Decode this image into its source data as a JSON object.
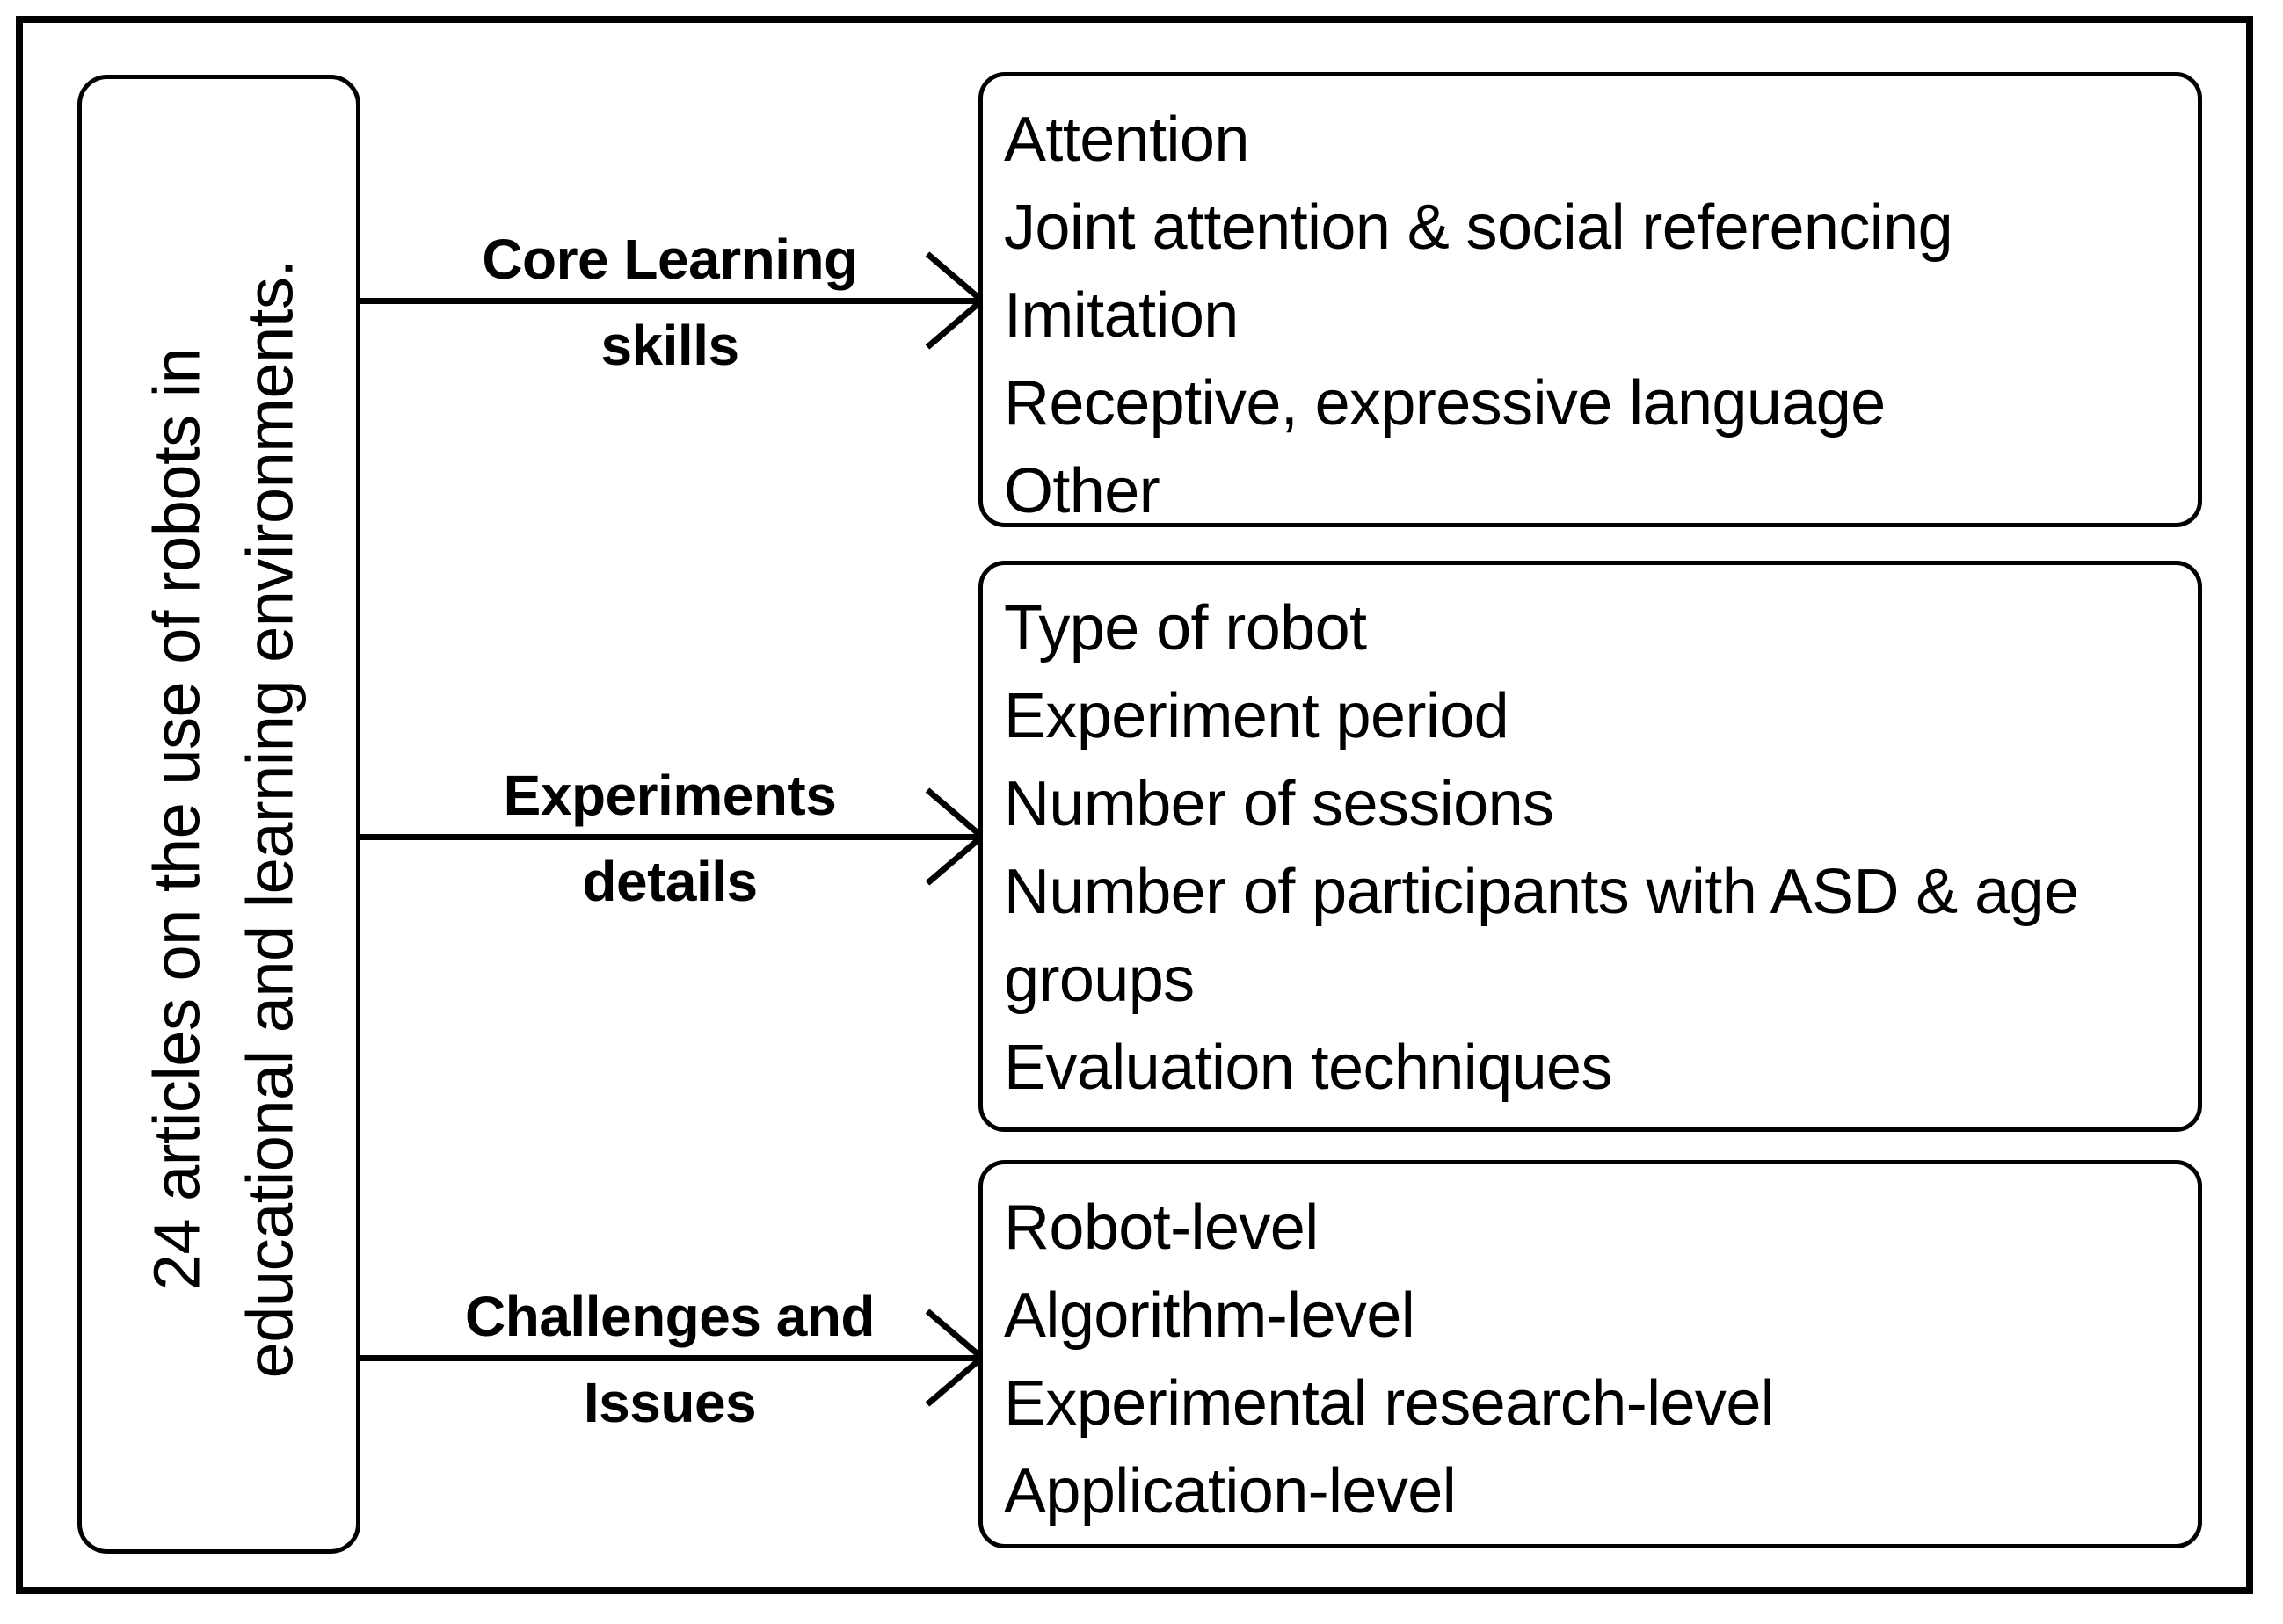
{
  "diagram": {
    "source": {
      "label_lines": [
        "24  articles on the use of robots in",
        "educational and learning environments."
      ]
    },
    "branches": [
      {
        "id": "core-learning-skills",
        "label_line1": "Core Learning",
        "label_line2": "skills",
        "arrow_icon": "open-arrow-right-icon",
        "items": [
          "Attention",
          "Joint attention & social referencing",
          "Imitation",
          "Receptive, expressive language",
          "Other"
        ]
      },
      {
        "id": "experiments-details",
        "label_line1": "Experiments",
        "label_line2": "details",
        "arrow_icon": "open-arrow-right-icon",
        "items": [
          "Type of robot",
          "Experiment period",
          "Number of sessions",
          "Number of participants with ASD & age groups",
          "Evaluation techniques"
        ]
      },
      {
        "id": "challenges-issues",
        "label_line1": "Challenges and",
        "label_line2": "Issues",
        "arrow_icon": "open-arrow-right-icon",
        "items": [
          "Robot-level",
          "Algorithm-level",
          "Experimental research-level",
          "Application-level"
        ]
      }
    ],
    "colors": {
      "stroke": "#000000",
      "background": "#ffffff",
      "text": "#000000"
    }
  }
}
